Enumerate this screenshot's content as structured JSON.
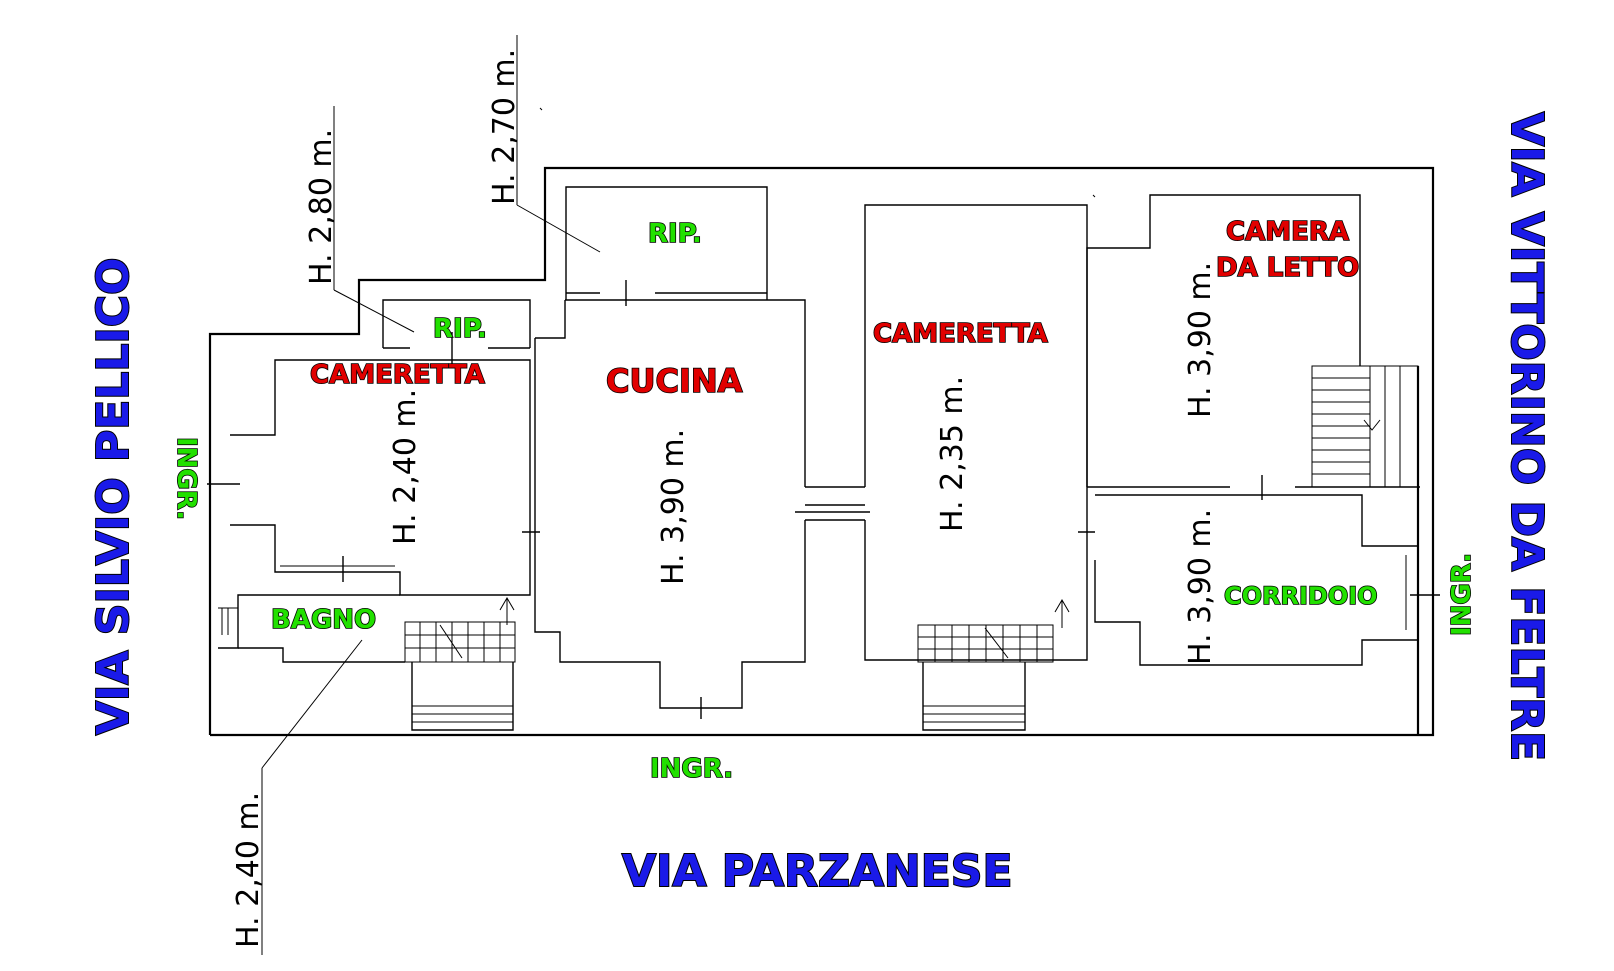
{
  "streets": {
    "left": "VIA SILVIO PELLICO",
    "right": "VIA VITTORINO DA FELTRE",
    "bottom": "VIA PARZANESE"
  },
  "rooms": {
    "rip_top": "RIP.",
    "rip_small": "RIP.",
    "cameretta_left": "CAMERETTA",
    "cucina": "CUCINA",
    "cameretta_center": "CAMERETTA",
    "camera_line1": "CAMERA",
    "camera_line2": "DA LETTO",
    "corridoio": "CORRIDOIO",
    "bagno": "BAGNO"
  },
  "entrances": {
    "left": "INGR.",
    "bottom": "INGR.",
    "right": "INGR."
  },
  "heights": {
    "rip_top": "H. 2,70 m.",
    "rip_small": "H. 2,80 m.",
    "cameretta_left": "H. 2,40 m.",
    "cucina": "H. 3,90 m.",
    "cameretta_center": "H. 2,35 m.",
    "camera": "H. 3,90 m.",
    "corridoio": "H. 3,90 m.",
    "bagno": "H. 2,40 m."
  },
  "colors": {
    "street": "#1a1ae8",
    "room_red": "#e10000",
    "room_green": "#22e000"
  }
}
